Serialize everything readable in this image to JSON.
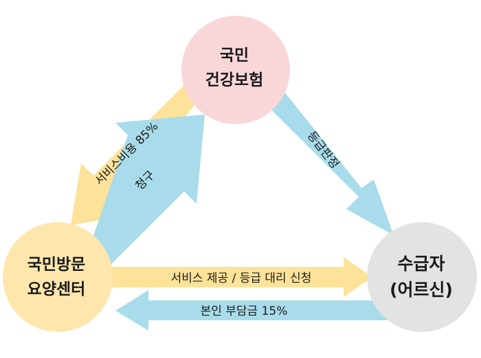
{
  "nodes": {
    "insurance": {
      "line1": "국민",
      "line2": "건강보험",
      "color": "#f9d7d8"
    },
    "center": {
      "line1": "국민방문",
      "line2": "요양센터",
      "color": "#fde7ad"
    },
    "recipient": {
      "line1": "수급자",
      "line2": "(어르신)",
      "color": "#e3e3e3"
    }
  },
  "arrows": {
    "service_cost": {
      "label": "서비스비용 85%",
      "color": "#fde29a"
    },
    "claim": {
      "label": "청구",
      "color": "#a8dcea"
    },
    "grade_decision": {
      "label": "등급판정",
      "color": "#a8dcea"
    },
    "service_provision": {
      "label": "서비스 제공 / 등급 대리 신청",
      "color": "#fde29a"
    },
    "copayment": {
      "label": "본인 부담금 15%",
      "color": "#a8dcea"
    }
  }
}
